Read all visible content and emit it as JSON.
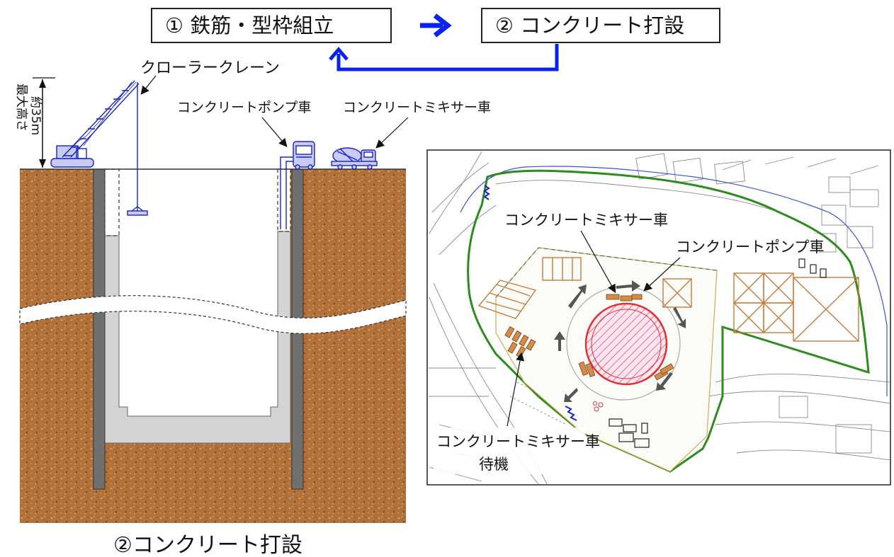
{
  "workflow": {
    "step1_label": "①  鉄筋・型枠組立",
    "step2_label": "②  コンクリート打設",
    "arrow_color": "#0a22ee"
  },
  "section_view": {
    "caption": "②コンクリート打設",
    "crawler_crane_label": "クローラークレーン",
    "pump_truck_label": "コンクリートポンプ車",
    "mixer_truck_label": "コンクリートミキサー車",
    "max_height_line1": "最大高さ",
    "max_height_line2": "約35m",
    "soil_color": "#b06a32",
    "equipment_color": "#1a22cc"
  },
  "site_plan": {
    "mixer_label": "コンクリートミキサー車",
    "pump_label": "コンクリートポンプ車",
    "waiting_label_line1": "コンクリートミキサー車",
    "waiting_label_line2": "待機",
    "boundary_color": "#2e8b1e",
    "shaft_color": "#e8507a",
    "equipment_color": "#c87a3a"
  }
}
